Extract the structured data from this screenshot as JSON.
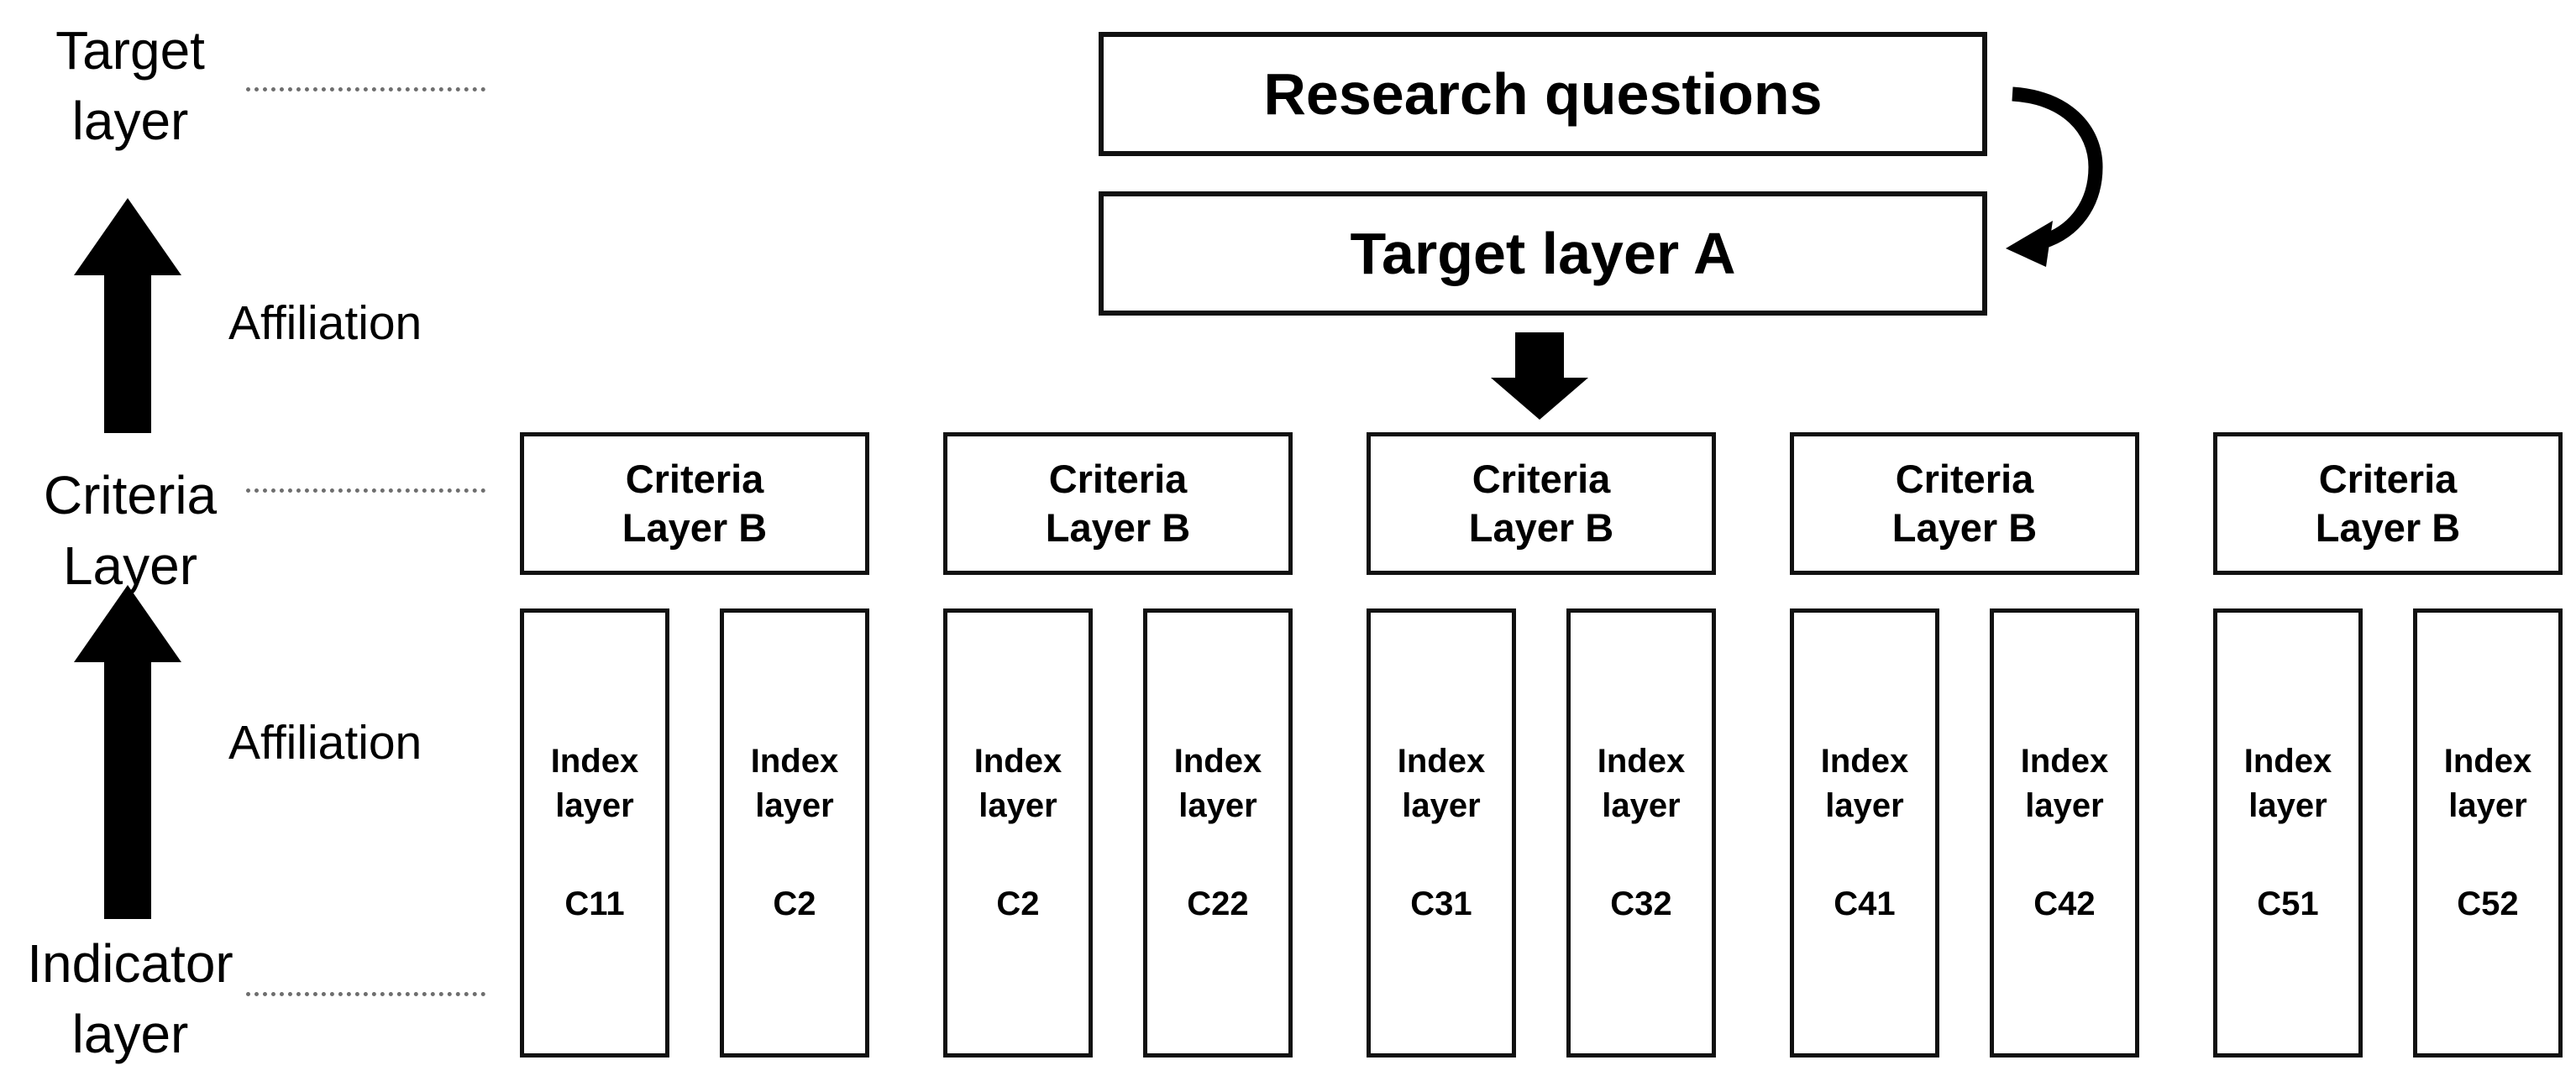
{
  "diagram": {
    "left_rail": {
      "target_layer": {
        "line1": "Target",
        "line2": "layer"
      },
      "affiliation_upper": "Affiliation",
      "criteria_layer": {
        "line1": "Criteria",
        "line2": "Layer"
      },
      "affiliation_lower": "Affiliation",
      "indicator_layer": {
        "line1": "Indicator",
        "line2": "layer"
      }
    },
    "header": {
      "research_questions": "Research questions",
      "target_layer_a": "Target layer A"
    },
    "criteria_groups": [
      {
        "criteria": {
          "line1": "Criteria",
          "line2": "Layer B"
        },
        "indexes": [
          {
            "line1": "Index",
            "line2": "layer",
            "code": "C11"
          },
          {
            "line1": "Index",
            "line2": "layer",
            "code": "C2"
          }
        ]
      },
      {
        "criteria": {
          "line1": "Criteria",
          "line2": "Layer B"
        },
        "indexes": [
          {
            "line1": "Index",
            "line2": "layer",
            "code": "C2"
          },
          {
            "line1": "Index",
            "line2": "layer",
            "code": "C22"
          }
        ]
      },
      {
        "criteria": {
          "line1": "Criteria",
          "line2": "Layer B"
        },
        "indexes": [
          {
            "line1": "Index",
            "line2": "layer",
            "code": "C31"
          },
          {
            "line1": "Index",
            "line2": "layer",
            "code": "C32"
          }
        ]
      },
      {
        "criteria": {
          "line1": "Criteria",
          "line2": "Layer B"
        },
        "indexes": [
          {
            "line1": "Index",
            "line2": "layer",
            "code": "C41"
          },
          {
            "line1": "Index",
            "line2": "layer",
            "code": "C42"
          }
        ]
      },
      {
        "criteria": {
          "line1": "Criteria",
          "line2": "Layer B"
        },
        "indexes": [
          {
            "line1": "Index",
            "line2": "layer",
            "code": "C51"
          },
          {
            "line1": "Index",
            "line2": "layer",
            "code": "C52"
          }
        ]
      }
    ],
    "icons": {
      "up_arrow": "⬆",
      "down_arrow": "⬇",
      "curved_arrow": "↷"
    },
    "colors": {
      "ink": "#000000",
      "box_border": "#111111",
      "dotted_line": "#6e6e6e",
      "background": "#ffffff"
    }
  }
}
